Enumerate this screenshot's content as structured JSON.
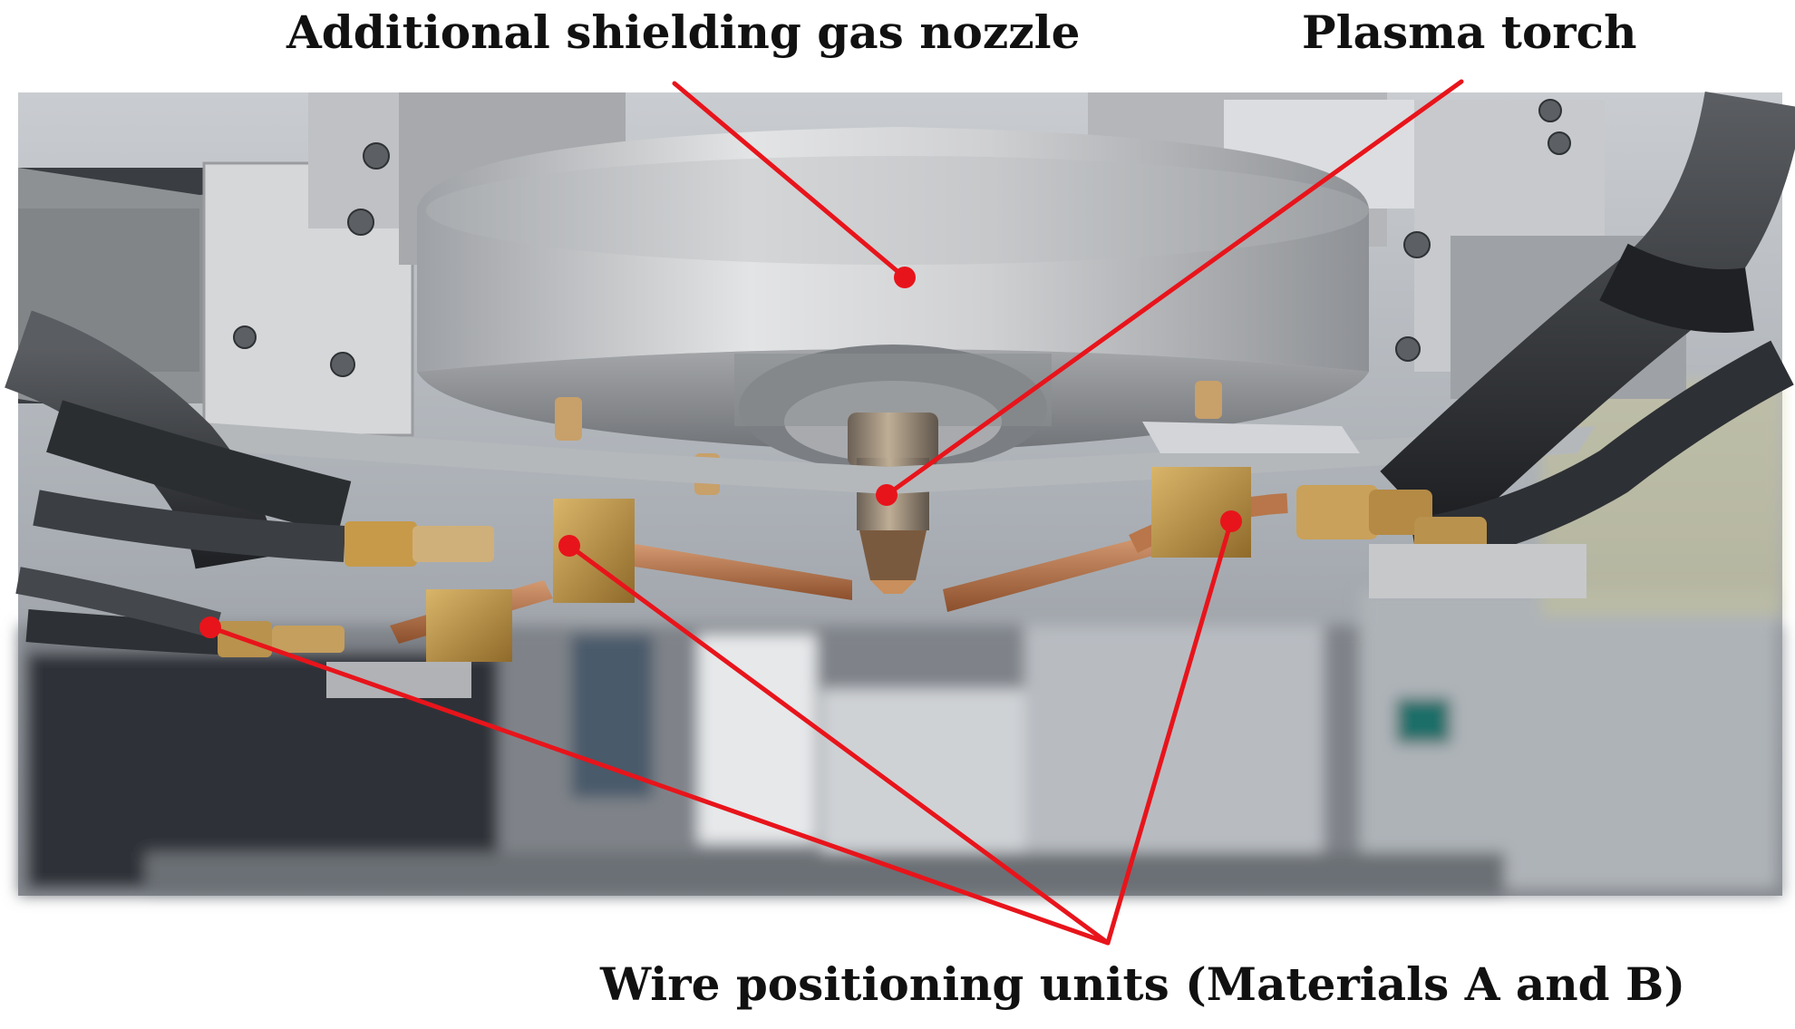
{
  "labels": {
    "nozzle": "Additional shielding gas nozzle",
    "torch": "Plasma torch",
    "wire_units": "Wire positioning units (Materials A and B)"
  },
  "colors": {
    "annotation": "#e8141b",
    "background": "#ffffff"
  },
  "photo_subject": "plasma-torch-and-wire-feed-assembly"
}
